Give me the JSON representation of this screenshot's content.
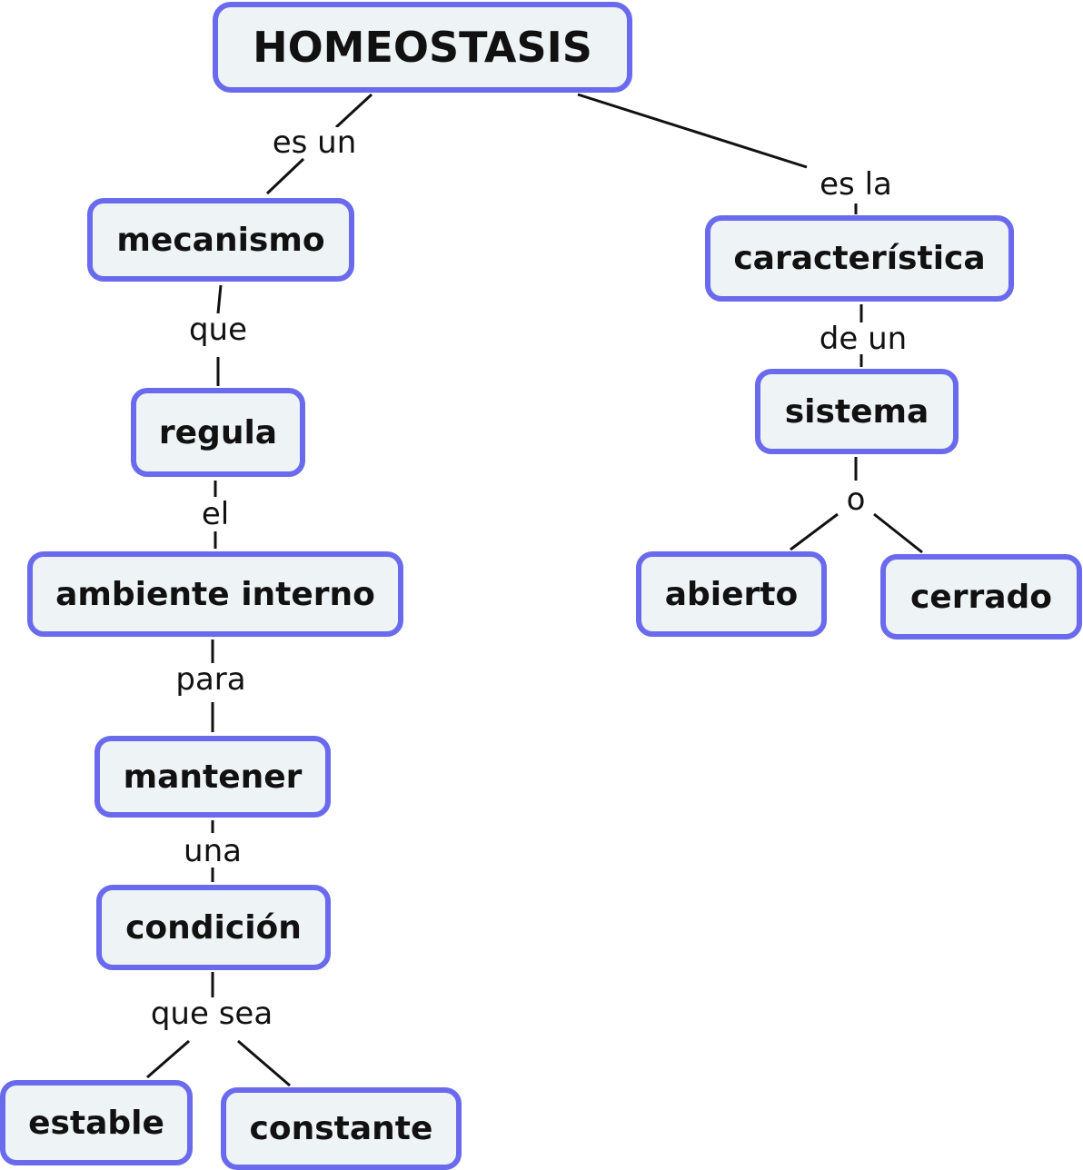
{
  "concepts": {
    "homeostasis": "HOMEOSTASIS",
    "mecanismo": "mecanismo",
    "regula": "regula",
    "ambiente": "ambiente interno",
    "mantener": "mantener",
    "condicion": "condición",
    "estable": "estable",
    "constante": "constante",
    "caracteristica": "característica",
    "sistema": "sistema",
    "abierto": "abierto",
    "cerrado": "cerrado"
  },
  "links": {
    "es_un": "es un",
    "que": "que",
    "el": "el",
    "para": "para",
    "una": "una",
    "que_sea": "que sea",
    "es_la": "es la",
    "de_un": "de un",
    "o": "o"
  },
  "colors": {
    "node_border": "#6a6aec",
    "node_fill": "#eef3f6",
    "line": "#111111"
  }
}
